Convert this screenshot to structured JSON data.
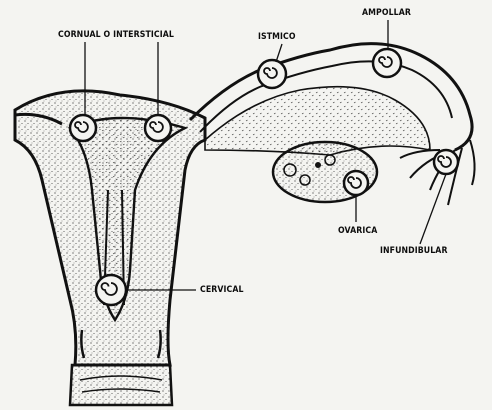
{
  "labels": {
    "cornual": "CORNUAL O INTERSTICIAL",
    "istmico": "ISTMICO",
    "ampollar": "AMPOLLAR",
    "ovarica": "OVARICA",
    "infundibular": "INFUNDIBULAR",
    "cervical": "CERVICAL"
  },
  "colors": {
    "ink": "#111111",
    "paper": "#f4f4f1",
    "stipple": "#2a2a2a"
  }
}
